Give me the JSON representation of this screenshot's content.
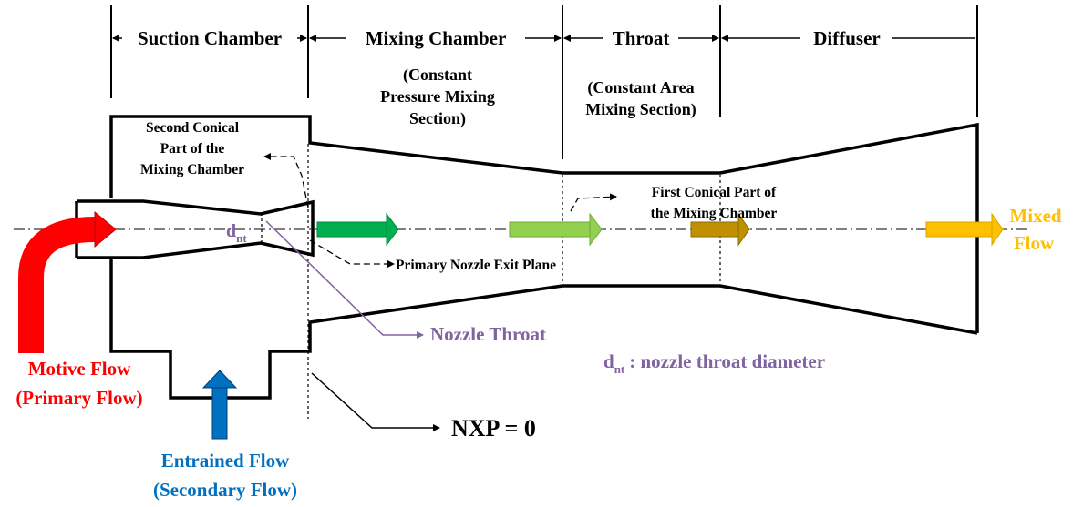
{
  "sections": {
    "suction": "Suction Chamber",
    "mixing": "Mixing Chamber",
    "throat": "Throat",
    "diffuser": "Diffuser"
  },
  "notes": {
    "mixing_l1": "(Constant",
    "mixing_l2": "Pressure Mixing",
    "mixing_l3": "Section)",
    "throat_l1": "(Constant Area",
    "throat_l2": "Mixing Section)"
  },
  "annotations": {
    "second_conical_l1": "Second Conical",
    "second_conical_l2": "Part of the",
    "second_conical_l3": "Mixing Chamber",
    "first_conical_l1": "First Conical Part of",
    "first_conical_l2": "the Mixing Chamber",
    "nozzle_exit": "Primary Nozzle Exit Plane",
    "nozzle_throat": "Nozzle Throat",
    "dnt_base": "d",
    "dnt_sub": "nt",
    "dnt_def": ": nozzle throat diameter",
    "nxp": "NXP = 0"
  },
  "flows": {
    "motive_l1": "Motive Flow",
    "motive_l2": "(Primary Flow)",
    "entrained_l1": "Entrained Flow",
    "entrained_l2": "(Secondary Flow)",
    "mixed_l1": "Mixed",
    "mixed_l2": "Flow"
  },
  "colors": {
    "motive": "#ff0000",
    "entrained": "#0070c0",
    "mixed": "#ffc000",
    "nozzle_throat": "#8064a2",
    "arrow_mixing": "#00b050",
    "arrow_throat": "#92d050",
    "arrow_diffuser": "#bf9000"
  }
}
